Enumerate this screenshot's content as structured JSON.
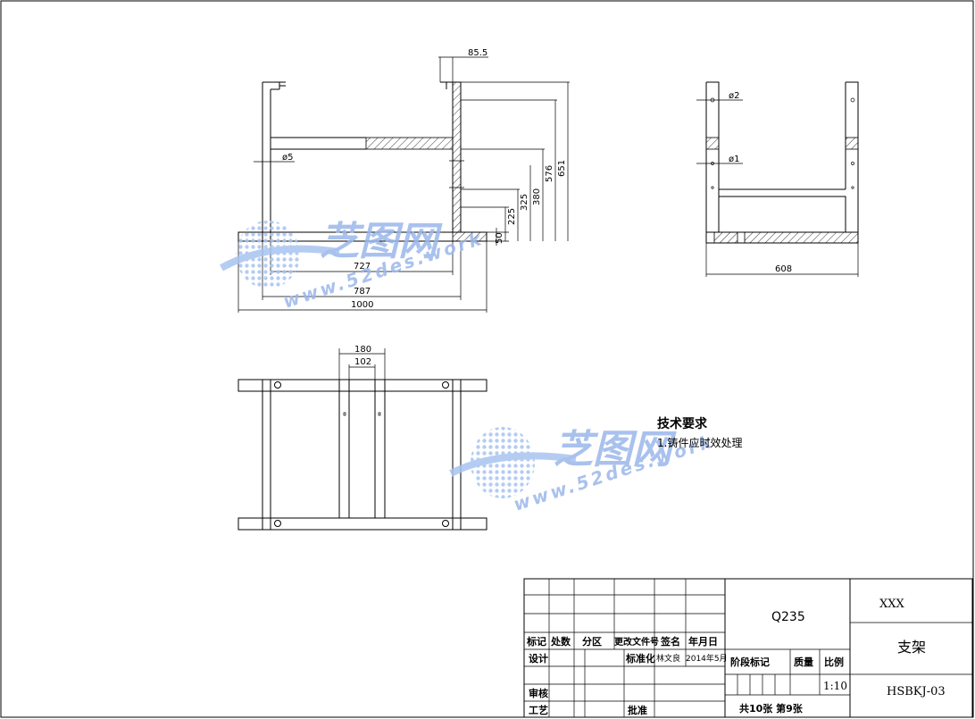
{
  "front_view": {
    "dims": {
      "top_offset": "85.5",
      "hole_dia": "ø5",
      "w727": "727",
      "w787": "787",
      "w1000": "1000",
      "h50": "50",
      "h225": "225",
      "h325": "325",
      "h380": "380",
      "h576": "576",
      "h651": "651"
    }
  },
  "side_view": {
    "dims": {
      "hole_top": "ø2",
      "hole_mid": "ø1",
      "width": "608"
    }
  },
  "top_view": {
    "dims": {
      "w180": "180",
      "w102": "102"
    }
  },
  "tech_req": {
    "title": "技术要求",
    "items": [
      "1.铸件应时效处理"
    ]
  },
  "watermark": {
    "cn": "芝图网",
    "url": "www.52des.work",
    "url2": "www.52des.work"
  },
  "title_block": {
    "rev_headers": [
      "标记",
      "处数",
      "分区",
      "更改文件号",
      "签名",
      "年月日"
    ],
    "design_label": "设计",
    "standard_label": "标准化",
    "standard_name": "林文良",
    "standard_date": "2014年5月",
    "check_label": "审核",
    "process_label": "工艺",
    "approve_label": "批准",
    "material": "Q235",
    "stage_label": "阶段标记",
    "weight_label": "质量",
    "scale_label": "比例",
    "scale": "1:10",
    "sheets": "共10张  第9张",
    "company": "XXX",
    "part_name": "支架",
    "drawing_no": "HSBKJ-03"
  }
}
